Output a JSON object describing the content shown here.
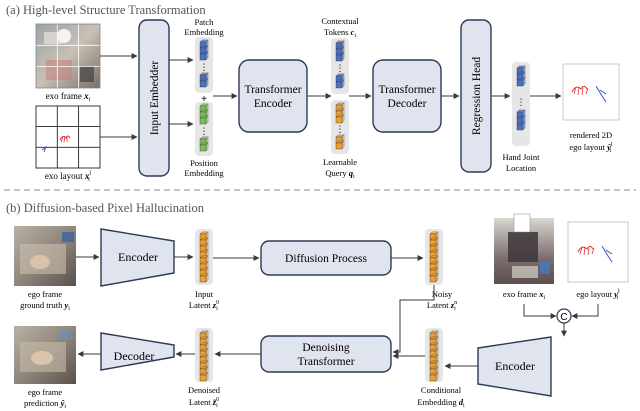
{
  "section_a": {
    "title": "(a) High-level Structure Transformation",
    "exo_frame_label": "exo frame",
    "exo_frame_var": "x",
    "exo_frame_sub": "i",
    "exo_layout_label": "exo layout",
    "exo_layout_var": "x",
    "exo_layout_sup": "l",
    "exo_layout_sub": "i",
    "input_embedder": "Input Embedder",
    "patch_embedding": [
      "Patch",
      "Embedding"
    ],
    "position_embedding": [
      "Position",
      "Embedding"
    ],
    "transformer_encoder": [
      "Transformer",
      "Encoder"
    ],
    "contextual_tokens": [
      "Contextual",
      "Tokens"
    ],
    "contextual_var": "c",
    "contextual_sub": "i",
    "learnable_query": [
      "Learnable",
      "Query"
    ],
    "query_var": "q",
    "query_sub": "i",
    "transformer_decoder": [
      "Transformer",
      "Decoder"
    ],
    "regression_head": "Regression Head",
    "hand_joint_location": [
      "Hand Joint",
      "Location"
    ],
    "rendered_label": [
      "rendered 2D",
      "ego layout"
    ],
    "rendered_var": "ŷ",
    "rendered_sup": "l",
    "rendered_sub": "i",
    "dots": "⋮"
  },
  "section_b": {
    "title": "(b) Diffusion-based Pixel Hallucination",
    "ego_gt_label": [
      "ego frame",
      "ground truth"
    ],
    "ego_gt_var": "y",
    "ego_gt_sub": "i",
    "encoder_top": "Encoder",
    "input_latent": [
      "Input",
      "Latent"
    ],
    "input_latent_var": "z",
    "input_latent_sup": "0",
    "input_latent_sub": "i",
    "diffusion_process": "Diffusion Process",
    "noisy_latent": [
      "Noisy",
      "Latent"
    ],
    "noisy_var": "z",
    "noisy_sup": "n",
    "noisy_sub": "i",
    "exo_frame_label": "exo frame",
    "exo_frame_var": "x",
    "exo_frame_sub": "i",
    "ego_layout_label": "ego layout",
    "ego_layout_var": "y",
    "ego_layout_sup": "l",
    "ego_layout_sub": "i",
    "concat_symbol": "C",
    "encoder_bottom": "Encoder",
    "decoder": "Decoder",
    "denoising_transformer": [
      "Denoising",
      "Transformer"
    ],
    "denoised_latent": [
      "Denoised",
      "Latent"
    ],
    "denoised_var": "z̃",
    "denoised_sup": "0",
    "denoised_sub": "i",
    "conditional_embedding": [
      "Conditional",
      "Embedding"
    ],
    "cond_var": "d",
    "cond_sub": "i",
    "ego_pred_label": [
      "ego frame",
      "prediction"
    ],
    "ego_pred_var": "ŷ",
    "ego_pred_sub": "i"
  },
  "colors": {
    "block_fill": "#dfe4ee",
    "block_stroke": "#2b3a55",
    "gray_panel": "#e6e6e6",
    "blue_cube": "#4a72c4",
    "green_cube": "#7cc055",
    "orange_cube": "#f0a030",
    "arrow": "#3a3a3a"
  }
}
